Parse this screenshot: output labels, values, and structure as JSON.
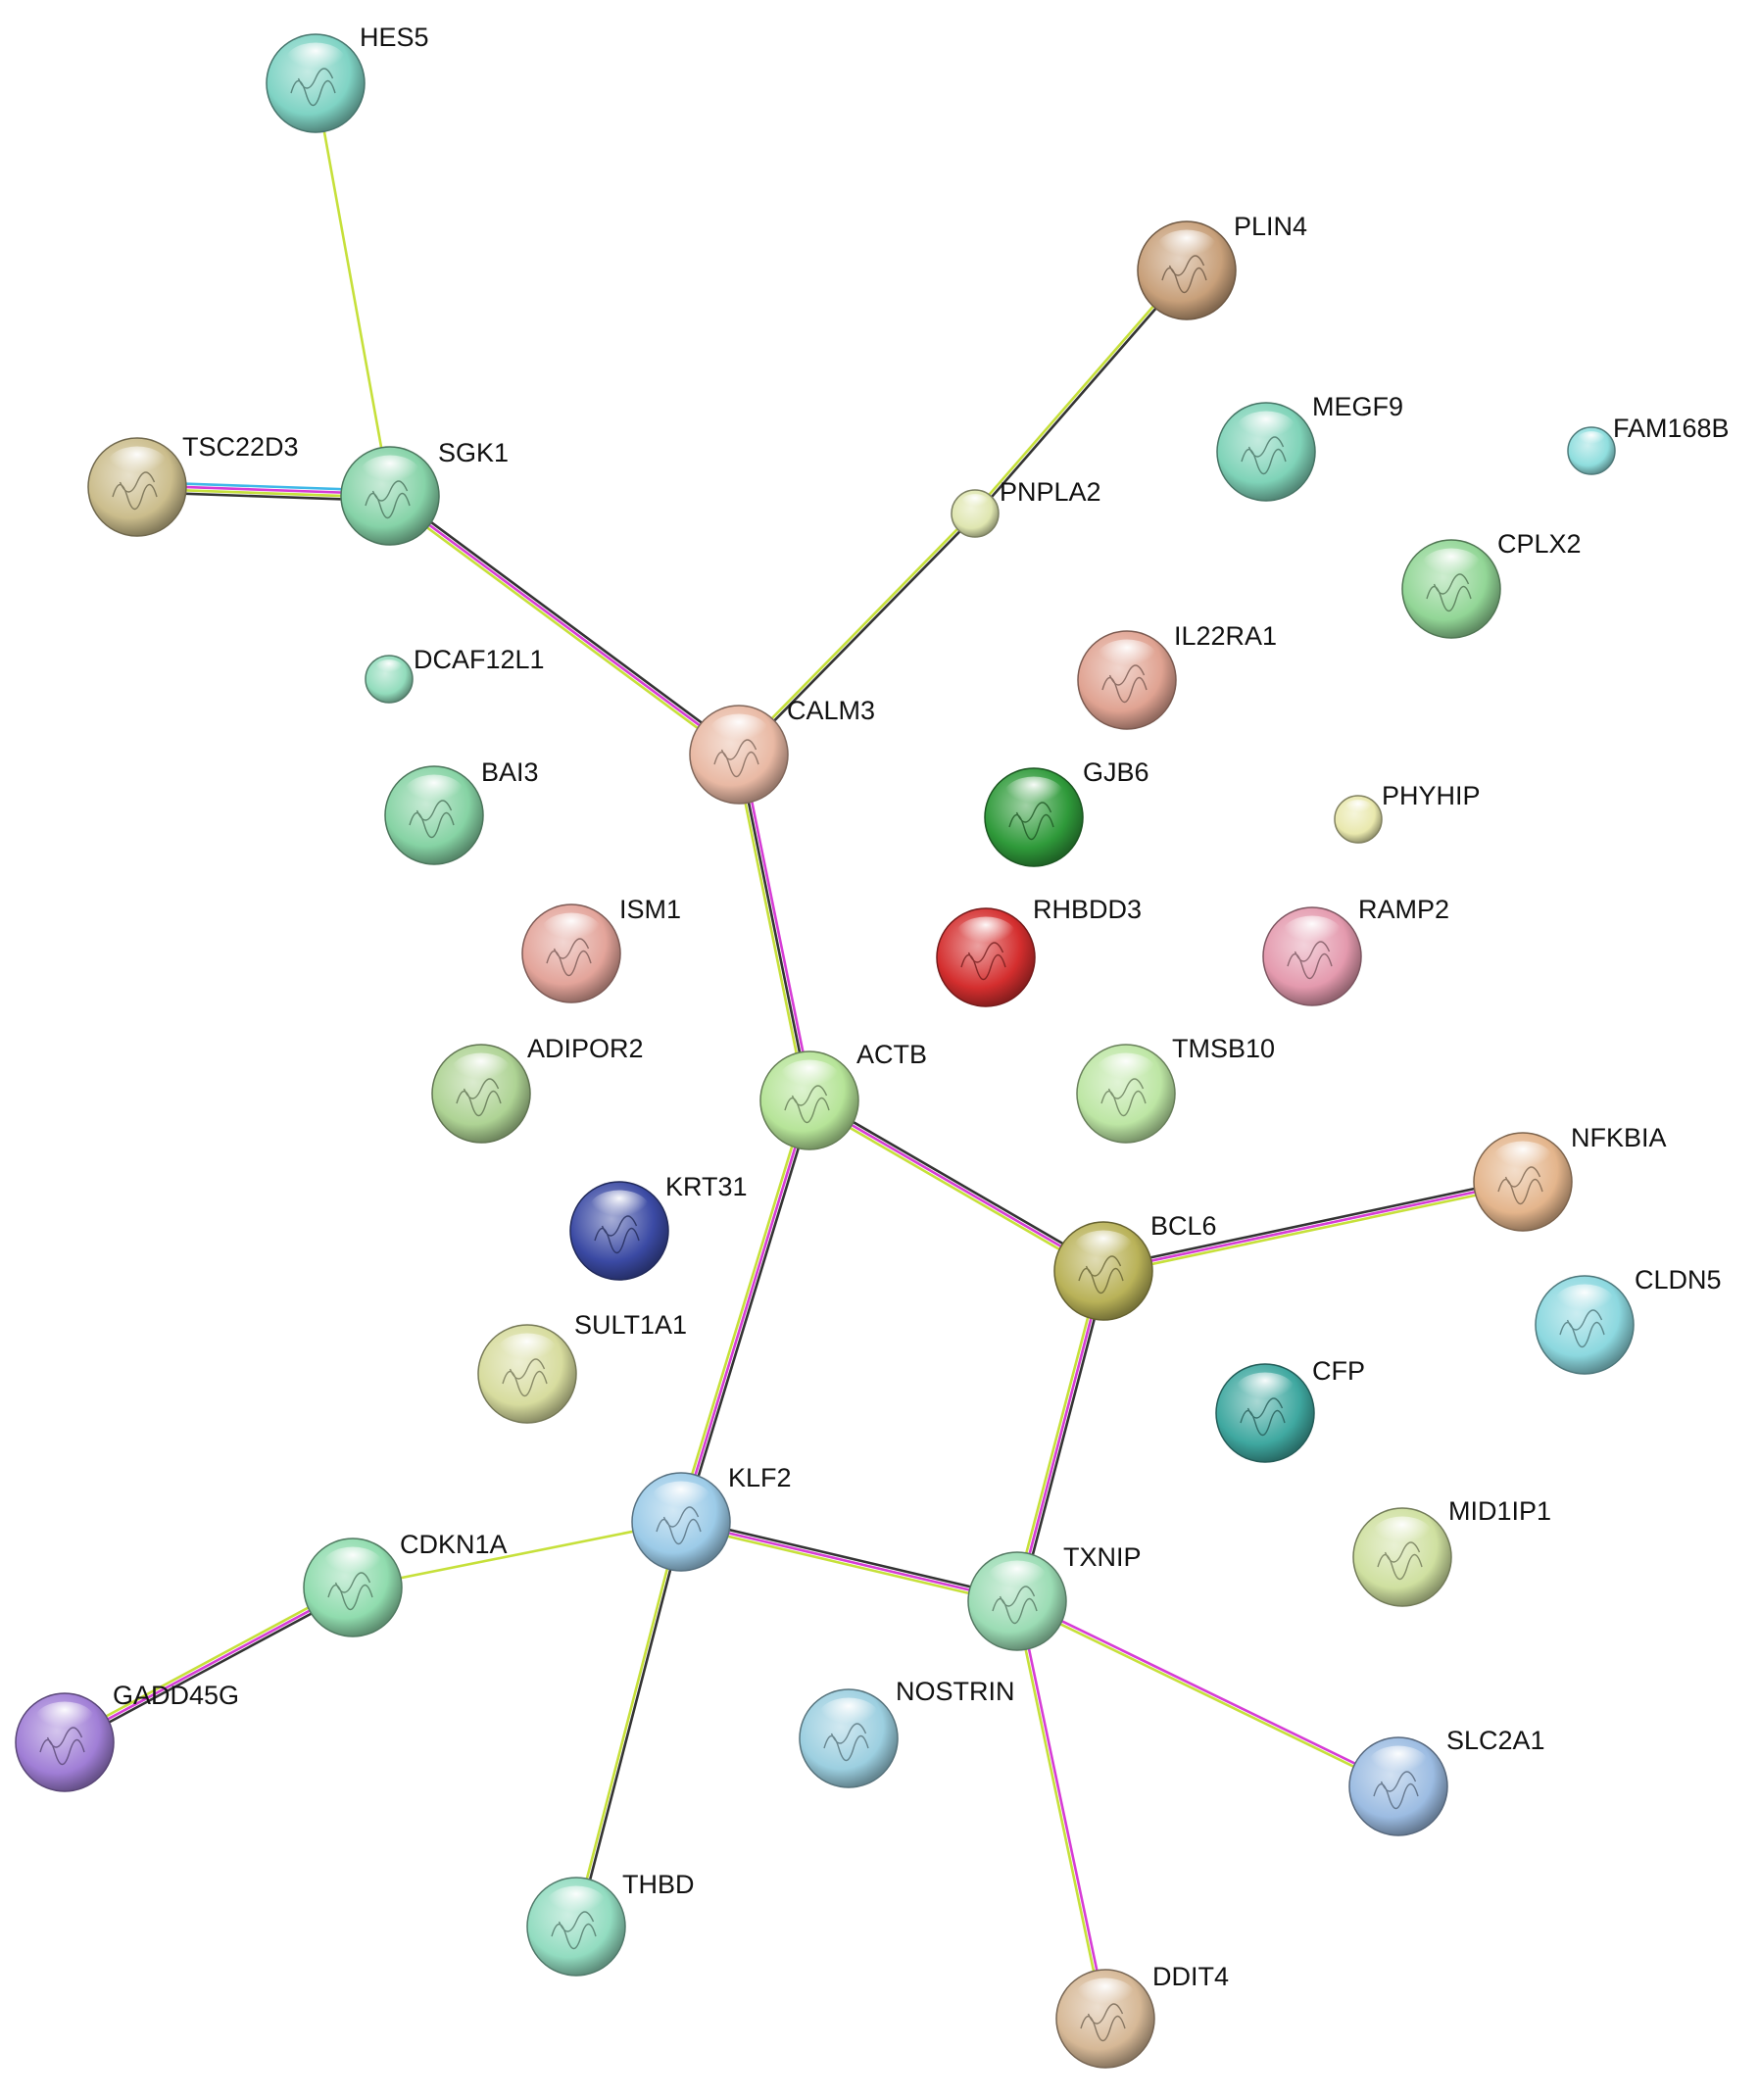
{
  "nodes": [
    {
      "id": "HES5",
      "label": "HES5",
      "color": "#7fd3c4"
    },
    {
      "id": "PLIN4",
      "label": "PLIN4",
      "color": "#c8a07a"
    },
    {
      "id": "TSC22D3",
      "label": "TSC22D3",
      "color": "#cbbd8c"
    },
    {
      "id": "SGK1",
      "label": "SGK1",
      "color": "#86d3a8"
    },
    {
      "id": "MEGF9",
      "label": "MEGF9",
      "color": "#7fd3b8"
    },
    {
      "id": "FAM168B",
      "label": "FAM168B",
      "color": "#8fdede"
    },
    {
      "id": "PNPLA2",
      "label": "PNPLA2",
      "color": "#dfe6b0"
    },
    {
      "id": "CPLX2",
      "label": "CPLX2",
      "color": "#92d696"
    },
    {
      "id": "DCAF12L1",
      "label": "DCAF12L1",
      "color": "#92dcbc"
    },
    {
      "id": "IL22RA1",
      "label": "IL22RA1",
      "color": "#e0a392"
    },
    {
      "id": "CALM3",
      "label": "CALM3",
      "color": "#e9b9a4"
    },
    {
      "id": "GJB6",
      "label": "GJB6",
      "color": "#2f9a3a"
    },
    {
      "id": "BAI3",
      "label": "BAI3",
      "color": "#86d3a4"
    },
    {
      "id": "PHYHIP",
      "label": "PHYHIP",
      "color": "#e9e8ad"
    },
    {
      "id": "ISM1",
      "label": "ISM1",
      "color": "#e3a49a"
    },
    {
      "id": "RHBDD3",
      "label": "RHBDD3",
      "color": "#d42e2e"
    },
    {
      "id": "RAMP2",
      "label": "RAMP2",
      "color": "#e49aae"
    },
    {
      "id": "ADIPOR2",
      "label": "ADIPOR2",
      "color": "#aed394"
    },
    {
      "id": "ACTB",
      "label": "ACTB",
      "color": "#b6e498"
    },
    {
      "id": "TMSB10",
      "label": "TMSB10",
      "color": "#bde6a4"
    },
    {
      "id": "NFKBIA",
      "label": "NFKBIA",
      "color": "#e4b58c"
    },
    {
      "id": "KRT31",
      "label": "KRT31",
      "color": "#3b4aa4"
    },
    {
      "id": "BCL6",
      "label": "BCL6",
      "color": "#b9b258"
    },
    {
      "id": "SULT1A1",
      "label": "SULT1A1",
      "color": "#d7dc9e"
    },
    {
      "id": "CLDN5",
      "label": "CLDN5",
      "color": "#8cd8df"
    },
    {
      "id": "CFP",
      "label": "CFP",
      "color": "#3fa8a0"
    },
    {
      "id": "KLF2",
      "label": "KLF2",
      "color": "#9ccbe8"
    },
    {
      "id": "MID1IP1",
      "label": "MID1IP1",
      "color": "#cfe0a0"
    },
    {
      "id": "CDKN1A",
      "label": "CDKN1A",
      "color": "#90dcae"
    },
    {
      "id": "TXNIP",
      "label": "TXNIP",
      "color": "#9bdcb4"
    },
    {
      "id": "GADD45G",
      "label": "GADD45G",
      "color": "#a07ed6"
    },
    {
      "id": "NOSTRIN",
      "label": "NOSTRIN",
      "color": "#9ccfe0"
    },
    {
      "id": "SLC2A1",
      "label": "SLC2A1",
      "color": "#9cbce2"
    },
    {
      "id": "THBD",
      "label": "THBD",
      "color": "#92dcc0"
    },
    {
      "id": "DDIT4",
      "label": "DDIT4",
      "color": "#d6b896"
    }
  ],
  "edges": [
    {
      "source": "HES5",
      "target": "SGK1",
      "evidence": [
        "textmining"
      ]
    },
    {
      "source": "TSC22D3",
      "target": "SGK1",
      "evidence": [
        "database",
        "experiments",
        "textmining",
        "coexpression"
      ]
    },
    {
      "source": "SGK1",
      "target": "CALM3",
      "evidence": [
        "coexpression",
        "experiments",
        "textmining"
      ]
    },
    {
      "source": "PLIN4",
      "target": "PNPLA2",
      "evidence": [
        "coexpression",
        "textmining"
      ]
    },
    {
      "source": "PNPLA2",
      "target": "CALM3",
      "evidence": [
        "coexpression",
        "textmining"
      ]
    },
    {
      "source": "CALM3",
      "target": "ACTB",
      "evidence": [
        "experiments",
        "coexpression",
        "textmining"
      ]
    },
    {
      "source": "ACTB",
      "target": "BCL6",
      "evidence": [
        "coexpression",
        "experiments",
        "textmining"
      ]
    },
    {
      "source": "ACTB",
      "target": "KLF2",
      "evidence": [
        "coexpression",
        "experiments",
        "textmining"
      ]
    },
    {
      "source": "BCL6",
      "target": "NFKBIA",
      "evidence": [
        "coexpression",
        "experiments",
        "textmining"
      ]
    },
    {
      "source": "BCL6",
      "target": "TXNIP",
      "evidence": [
        "coexpression",
        "experiments",
        "textmining"
      ]
    },
    {
      "source": "KLF2",
      "target": "TXNIP",
      "evidence": [
        "coexpression",
        "experiments",
        "textmining"
      ]
    },
    {
      "source": "KLF2",
      "target": "CDKN1A",
      "evidence": [
        "textmining"
      ]
    },
    {
      "source": "KLF2",
      "target": "THBD",
      "evidence": [
        "coexpression",
        "textmining"
      ]
    },
    {
      "source": "CDKN1A",
      "target": "GADD45G",
      "evidence": [
        "coexpression",
        "experiments",
        "textmining"
      ]
    },
    {
      "source": "TXNIP",
      "target": "SLC2A1",
      "evidence": [
        "experiments",
        "textmining"
      ]
    },
    {
      "source": "TXNIP",
      "target": "DDIT4",
      "evidence": [
        "experiments",
        "textmining"
      ]
    }
  ],
  "evidence_colors": {
    "textmining": "#c6e03a",
    "coexpression": "#333333",
    "experiments": "#d63cd6",
    "database": "#3fb8e8"
  }
}
